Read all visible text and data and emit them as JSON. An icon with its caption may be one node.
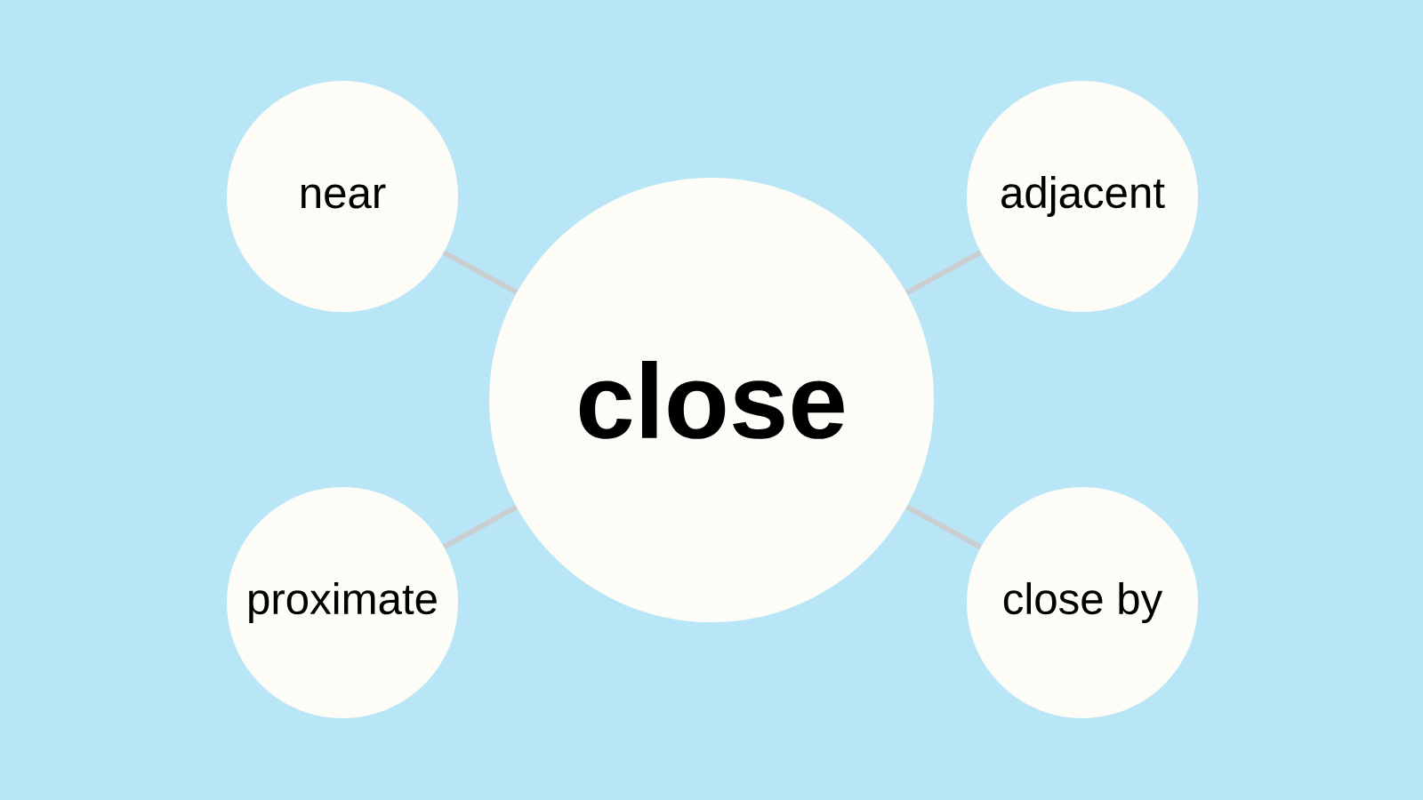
{
  "diagram": {
    "nodes": [
      {
        "text": [
          "near"
        ]
      },
      {
        "text": [
          "adjacent"
        ]
      },
      {
        "text": [
          "close"
        ]
      },
      {
        "text": [
          "proximate"
        ]
      },
      {
        "text": [
          "close by"
        ]
      }
    ],
    "edges": [
      {
        "from": 2,
        "to": 0,
        "arrow": "none"
      },
      {
        "from": 2,
        "to": 1,
        "arrow": "none"
      },
      {
        "from": 2,
        "to": 3,
        "arrow": "none"
      },
      {
        "from": 2,
        "to": 4,
        "arrow": "none"
      }
    ]
  }
}
